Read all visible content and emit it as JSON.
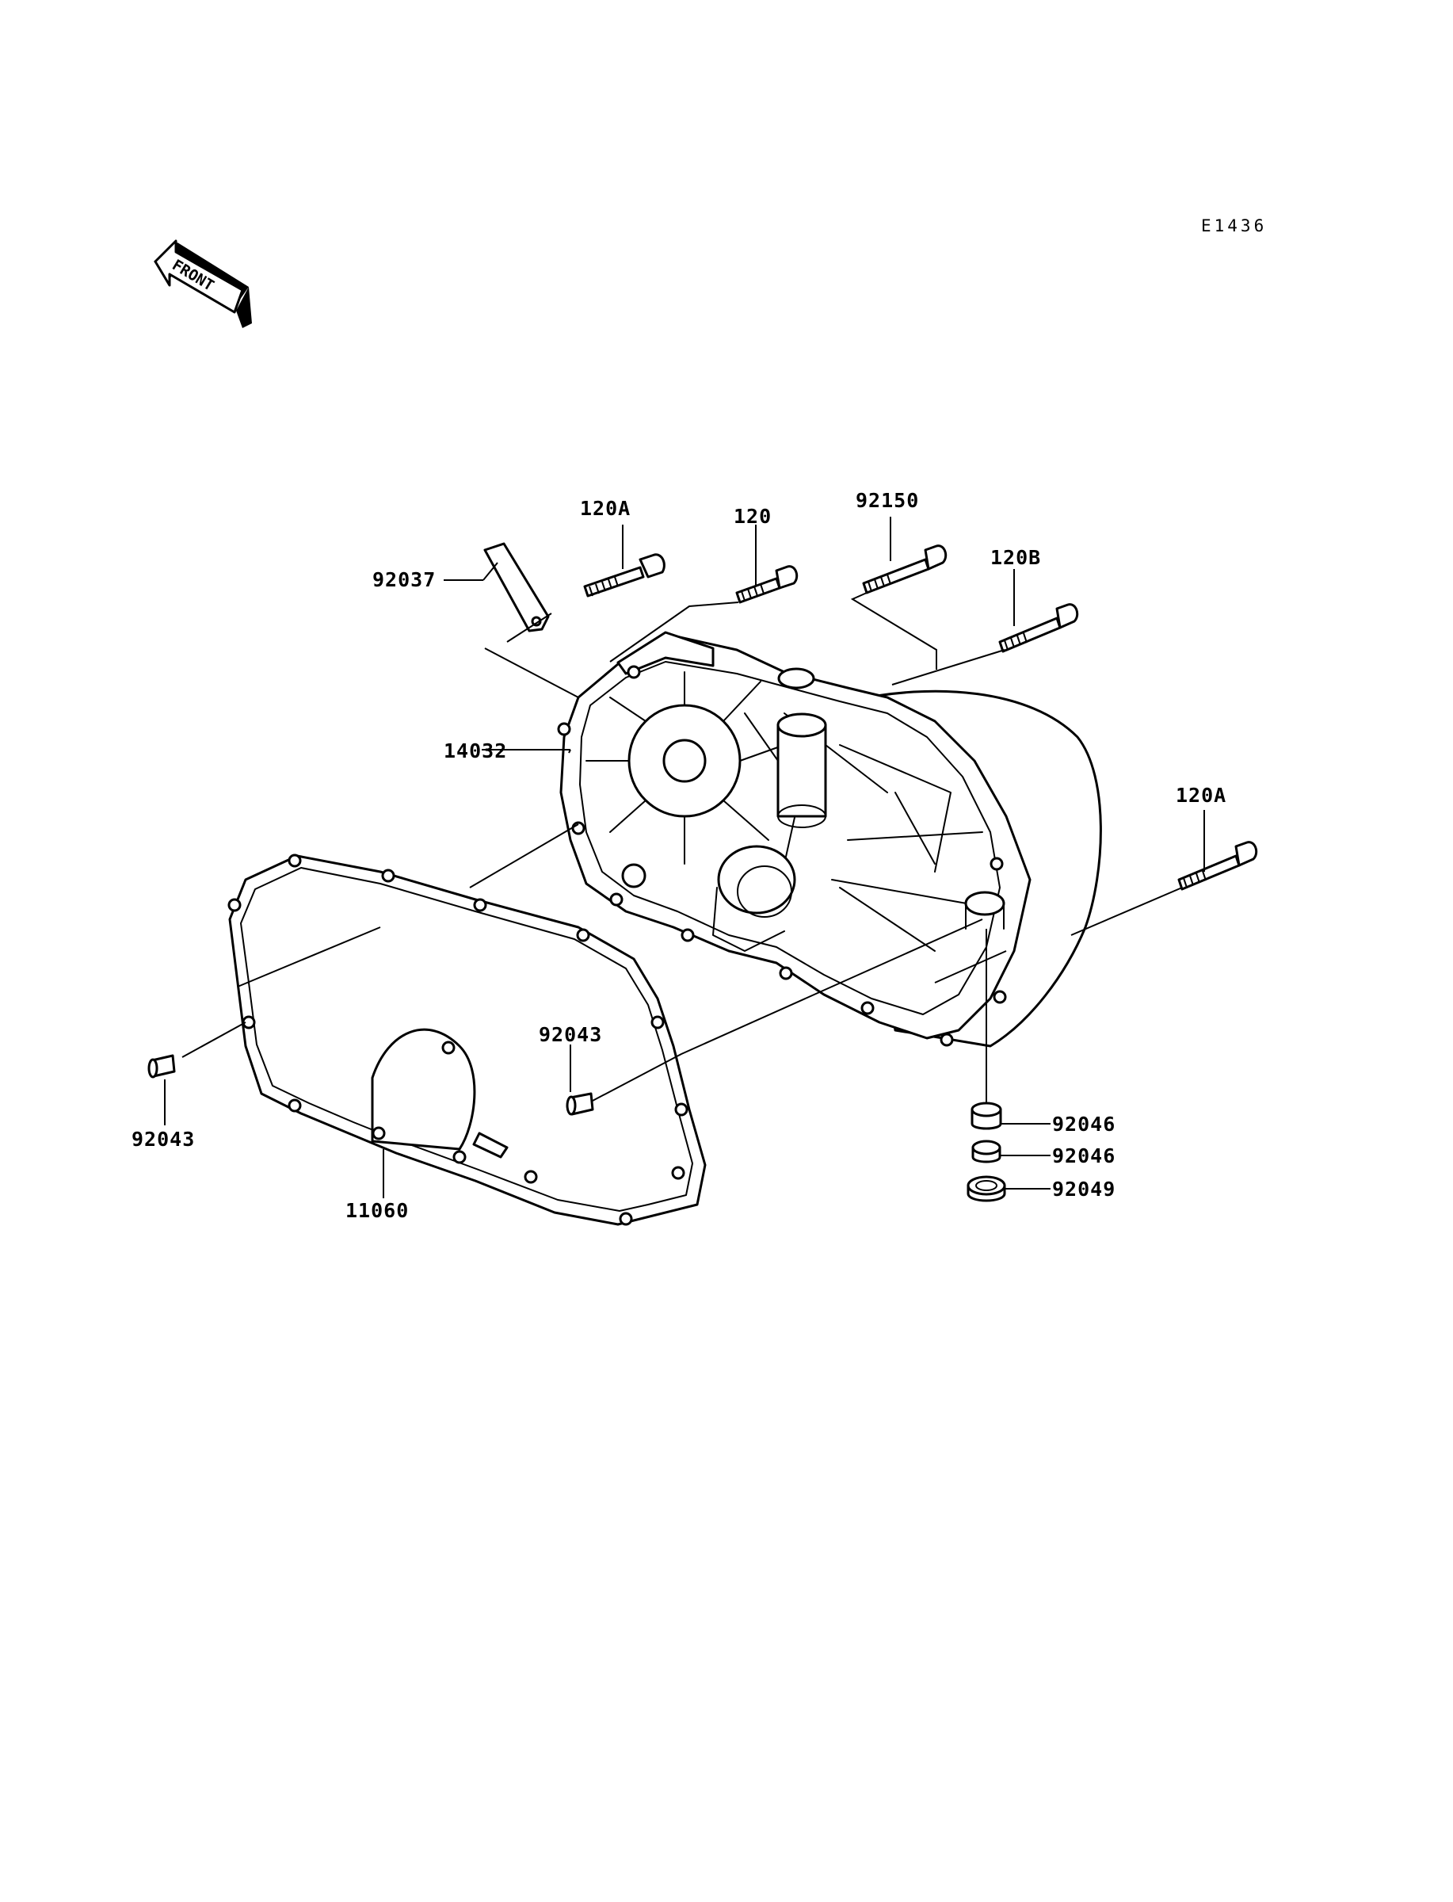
{
  "diagram": {
    "code": "E1436",
    "front_label": "FRONT",
    "parts": {
      "bolt_120a_top": "120A",
      "bolt_120": "120",
      "bolt_92150": "92150",
      "bolt_120b": "120B",
      "bolt_120a_right": "120A",
      "plate_92037": "92037",
      "cover_14032": "14032",
      "dowel_92043_center": "92043",
      "dowel_92043_left": "92043",
      "gasket_11060": "11060",
      "collar_92046_a": "92046",
      "collar_92046_b": "92046",
      "bearing_92049": "92049"
    }
  }
}
